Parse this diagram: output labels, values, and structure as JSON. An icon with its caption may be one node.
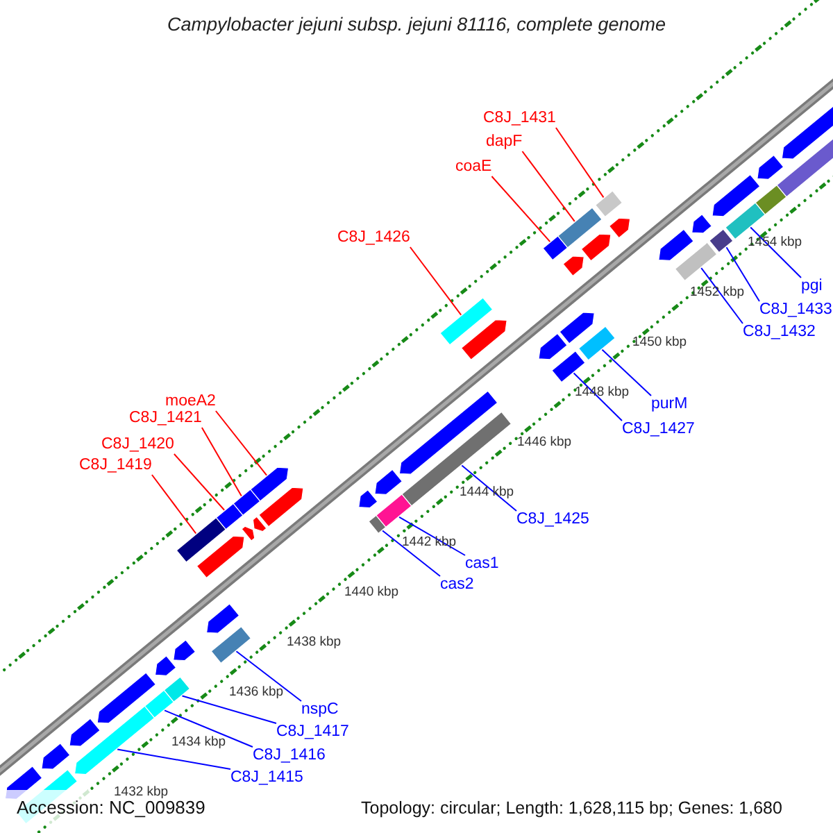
{
  "diagram": {
    "title": "Campylobacter jejuni subsp. jejuni 81116, complete genome",
    "nodes": [
      {
        "text": [
          "C8J_1431"
        ]
      },
      {
        "text": [
          "dapF"
        ]
      },
      {
        "text": [
          "coaE"
        ]
      },
      {
        "text": [
          "C8J_1426"
        ]
      },
      {
        "text": [
          "pgi"
        ]
      },
      {
        "text": [
          "C8J_1433"
        ]
      },
      {
        "text": [
          "C8J_1432"
        ]
      },
      {
        "text": [
          "moeA2"
        ]
      },
      {
        "text": [
          "purM"
        ]
      },
      {
        "text": [
          "C8J_1421"
        ]
      },
      {
        "text": [
          "C8J_1427"
        ]
      },
      {
        "text": [
          "C8J_1420"
        ]
      },
      {
        "text": [
          "C8J_1419"
        ]
      },
      {
        "text": [
          "C8J_1425"
        ]
      },
      {
        "text": [
          "cas1"
        ]
      },
      {
        "text": [
          "cas2"
        ]
      },
      {
        "text": [
          "nspC"
        ]
      },
      {
        "text": [
          "C8J_1417"
        ]
      },
      {
        "text": [
          "C8J_1416"
        ]
      },
      {
        "text": [
          "C8J_1415"
        ]
      },
      {
        "text": [],
        "shape": "arrow"
      },
      {
        "text": [],
        "shape": "box"
      },
      {
        "text": [],
        "shape": "box"
      },
      {
        "text": [],
        "shape": "box"
      },
      {
        "text": [],
        "shape": "box"
      },
      {
        "text": [],
        "shape": "box"
      },
      {
        "text": [],
        "shape": "box"
      },
      {
        "text": [],
        "shape": "arrow"
      },
      {
        "text": [],
        "shape": "box"
      },
      {
        "text": [],
        "shape": "box"
      },
      {
        "text": [],
        "shape": "box"
      },
      {
        "text": [],
        "shape": "box"
      },
      {
        "text": [],
        "shape": "box"
      },
      {
        "text": [],
        "shape": "box"
      },
      {
        "text": [],
        "shape": "box"
      },
      {
        "text": [],
        "shape": "box"
      },
      {
        "text": [],
        "shape": "box"
      },
      {
        "text": [],
        "shape": "box"
      },
      {
        "text": [],
        "shape": "box"
      },
      {
        "text": [],
        "shape": "box"
      },
      {
        "text": [],
        "shape": "arrow"
      },
      {
        "text": [],
        "shape": "arrow"
      },
      {
        "text": [],
        "shape": "arrow"
      },
      {
        "text": [],
        "shape": "arrow"
      },
      {
        "text": [],
        "shape": "arrow"
      },
      {
        "text": [],
        "shape": "arrow"
      },
      {
        "text": [],
        "shape": "arrow"
      },
      {
        "text": [],
        "shape": "arrow"
      },
      {
        "text": [],
        "shape": "arrow"
      },
      {
        "text": [],
        "shape": "arrow"
      },
      {
        "text": [],
        "shape": "arrow"
      },
      {
        "text": [],
        "shape": "arrow"
      },
      {
        "text": [],
        "shape": "arrow"
      },
      {
        "text": [],
        "shape": "arrow"
      },
      {
        "text": [],
        "shape": "arrow"
      },
      {
        "text": [],
        "shape": "arrow"
      },
      {
        "text": [],
        "shape": "arrow"
      },
      {
        "text": [],
        "shape": "arrow"
      },
      {
        "text": [],
        "shape": "arrow"
      },
      {
        "text": [],
        "shape": "arrow"
      },
      {
        "text": [],
        "shape": "arrow"
      },
      {
        "text": [],
        "shape": "arrow"
      },
      {
        "text": [],
        "shape": "arrow"
      },
      {
        "text": [],
        "shape": "arrow"
      },
      {
        "text": [],
        "shape": "arrow"
      },
      {
        "text": [],
        "shape": "box"
      },
      {
        "text": [],
        "shape": "box"
      },
      {
        "text": [],
        "shape": "box"
      }
    ],
    "edges": [
      {
        "from": 0,
        "to": 36,
        "arrow": "none",
        "color": "#ff0000"
      },
      {
        "from": 1,
        "to": 35,
        "arrow": "none",
        "color": "#ff0000"
      },
      {
        "from": 2,
        "to": 34,
        "arrow": "none",
        "color": "#ff0000"
      },
      {
        "from": 3,
        "to": 31,
        "arrow": "none",
        "color": "#ff0000"
      },
      {
        "from": 4,
        "to": 39,
        "arrow": "none"
      },
      {
        "from": 5,
        "to": 38,
        "arrow": "none"
      },
      {
        "from": 6,
        "to": 37,
        "arrow": "none"
      },
      {
        "from": 7,
        "to": 27,
        "arrow": "none",
        "color": "#ff0000"
      },
      {
        "from": 8,
        "to": 33,
        "arrow": "none"
      },
      {
        "from": 9,
        "to": 26,
        "arrow": "none",
        "color": "#ff0000"
      },
      {
        "from": 10,
        "to": 32,
        "arrow": "none"
      },
      {
        "from": 11,
        "to": 25,
        "arrow": "none",
        "color": "#ff0000"
      },
      {
        "from": 12,
        "to": 24,
        "arrow": "none",
        "color": "#ff0000"
      },
      {
        "from": 13,
        "to": 30,
        "arrow": "none"
      },
      {
        "from": 14,
        "to": 29,
        "arrow": "none"
      },
      {
        "from": 15,
        "to": 28,
        "arrow": "none"
      },
      {
        "from": 16,
        "to": 23,
        "arrow": "none"
      },
      {
        "from": 17,
        "to": 22,
        "arrow": "none"
      },
      {
        "from": 18,
        "to": 21,
        "arrow": "none"
      },
      {
        "from": 19,
        "to": 20,
        "arrow": "none"
      }
    ],
    "labels": [
      "1454 kbp",
      "1452 kbp",
      "1450 kbp",
      "1448 kbp",
      "1446 kbp",
      "1444 kbp",
      "1442 kbp",
      "1440 kbp",
      "1438 kbp",
      "1436 kbp",
      "1434 kbp",
      "1432 kbp",
      "Accession: NC_009839",
      "Topology: circular; Length: 1,628,115 bp; Genes: 1,680"
    ]
  }
}
